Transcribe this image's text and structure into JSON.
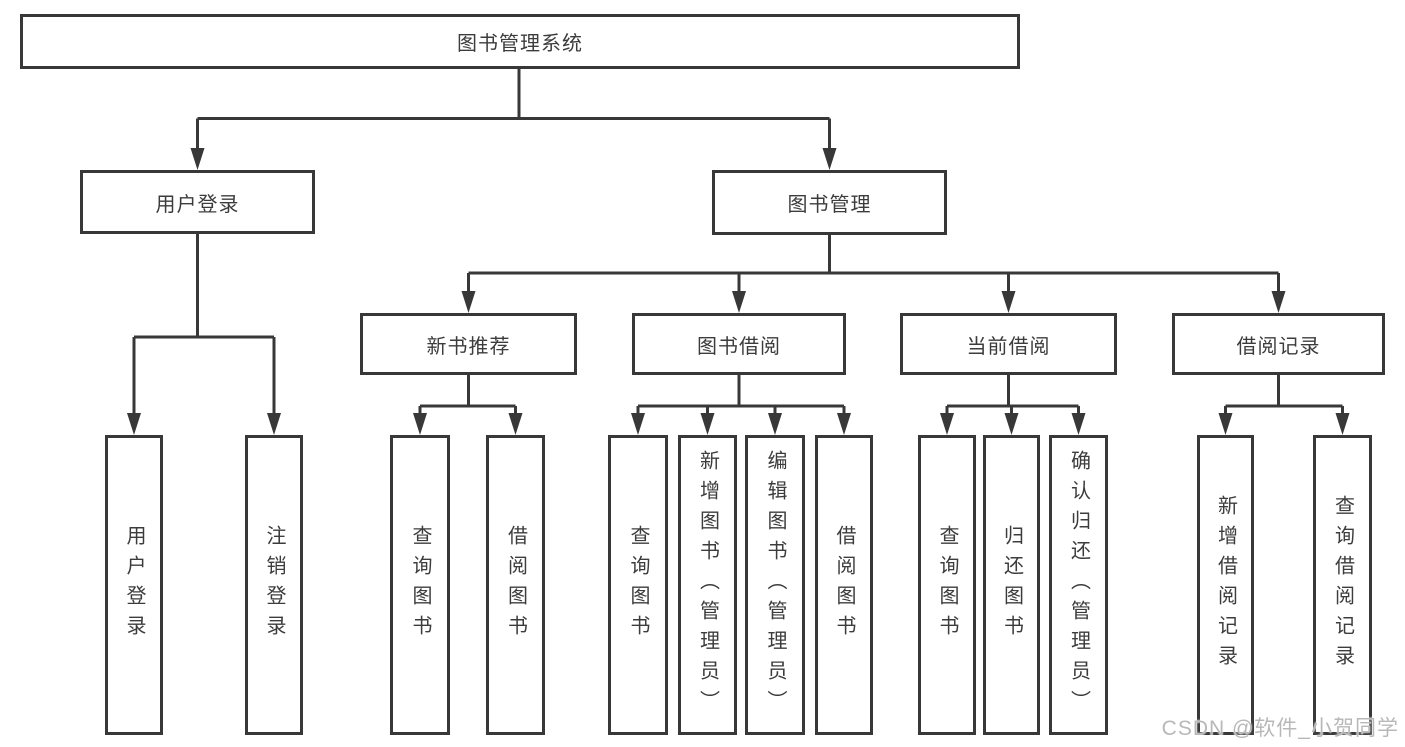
{
  "diagram": {
    "background": "#ffffff",
    "line_color": "#383838",
    "text_color": "#3c3c3c",
    "watermark": {
      "text": "CSDN @软件_小贺同学",
      "color": "#b8b8b8"
    },
    "nodes": {
      "root": "图书管理系统",
      "user_login": "用户登录",
      "book_management": "图书管理",
      "new_book_recommend": "新书推荐",
      "book_borrowing": "图书借阅",
      "current_borrowing": "当前借阅",
      "borrowing_records": "借阅记录",
      "leaf_user_login": "用户登录",
      "leaf_logout": "注销登录",
      "leaf_nbr_query_books": "查询图书",
      "leaf_nbr_borrow_books": "借阅图书",
      "leaf_bb_query_books": "查询图书",
      "leaf_bb_add_books_admin": "新增图书（管理员）",
      "leaf_bb_edit_books_admin": "编辑图书（管理员）",
      "leaf_bb_borrow_books": "借阅图书",
      "leaf_cb_query_books": "查询图书",
      "leaf_cb_return_books": "归还图书",
      "leaf_cb_confirm_return_admin": "确认归还（管理员）",
      "leaf_br_add_record": "新增借阅记录",
      "leaf_br_query_record": "查询借阅记录"
    },
    "hierarchy": {
      "图书管理系统": {
        "用户登录": [
          "用户登录",
          "注销登录"
        ],
        "图书管理": {
          "新书推荐": [
            "查询图书",
            "借阅图书"
          ],
          "图书借阅": [
            "查询图书",
            "新增图书（管理员）",
            "编辑图书（管理员）",
            "借阅图书"
          ],
          "当前借阅": [
            "查询图书",
            "归还图书",
            "确认归还（管理员）"
          ],
          "借阅记录": [
            "新增借阅记录",
            "查询借阅记录"
          ]
        }
      }
    }
  }
}
